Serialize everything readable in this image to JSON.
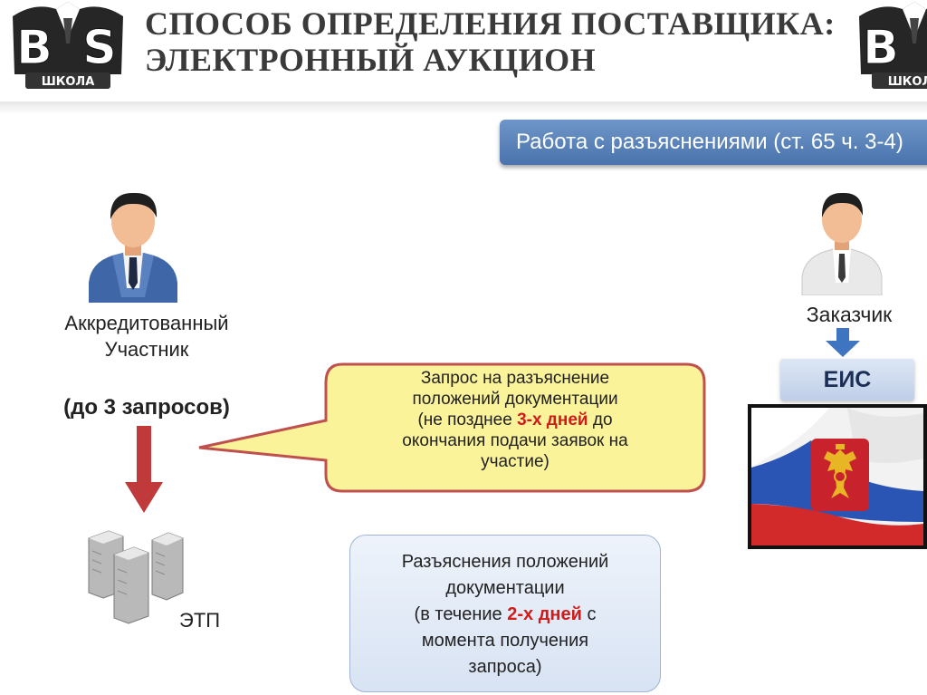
{
  "header": {
    "title_line1": "СПОСОБ ОПРЕДЕЛЕНИЯ ПОСТАВЩИКА:",
    "title_line2": "ЭЛЕКТРОННЫЙ АУКЦИОН",
    "logo_letters": "BS",
    "logo_caption": "ШКОЛА"
  },
  "banner": {
    "text": "Работа с разъяснениями (ст. 65 ч. 3-4)"
  },
  "participant": {
    "label_line1": "Аккредитованный",
    "label_line2": "Участник",
    "requests": "(до 3 запросов)"
  },
  "etp": {
    "label": "ЭТП"
  },
  "customer": {
    "label": "Заказчик",
    "eis_label": "ЕИС"
  },
  "request_callout": {
    "line1": "Запрос на разъяснение",
    "line2": "положений документации",
    "line3_pre": "(не позднее ",
    "line3_highlight": "3-х дней",
    "line3_post": " до",
    "line4": "окончания подачи заявок на",
    "line5": "участие)"
  },
  "clarification_box": {
    "line1": "Разъяснения положений",
    "line2": "документации",
    "line3_pre": "(в течение ",
    "line3_highlight": "2-х дней",
    "line3_post": " с",
    "line4": "момента получения",
    "line5": "запроса)"
  },
  "colors": {
    "banner": "#5b84bd",
    "callout_fill": "#fbf39a",
    "callout_border": "#c0504d",
    "highlight": "#d11b1b",
    "arrow_red": "#c0393b",
    "arrow_blue": "#3f74c0"
  }
}
